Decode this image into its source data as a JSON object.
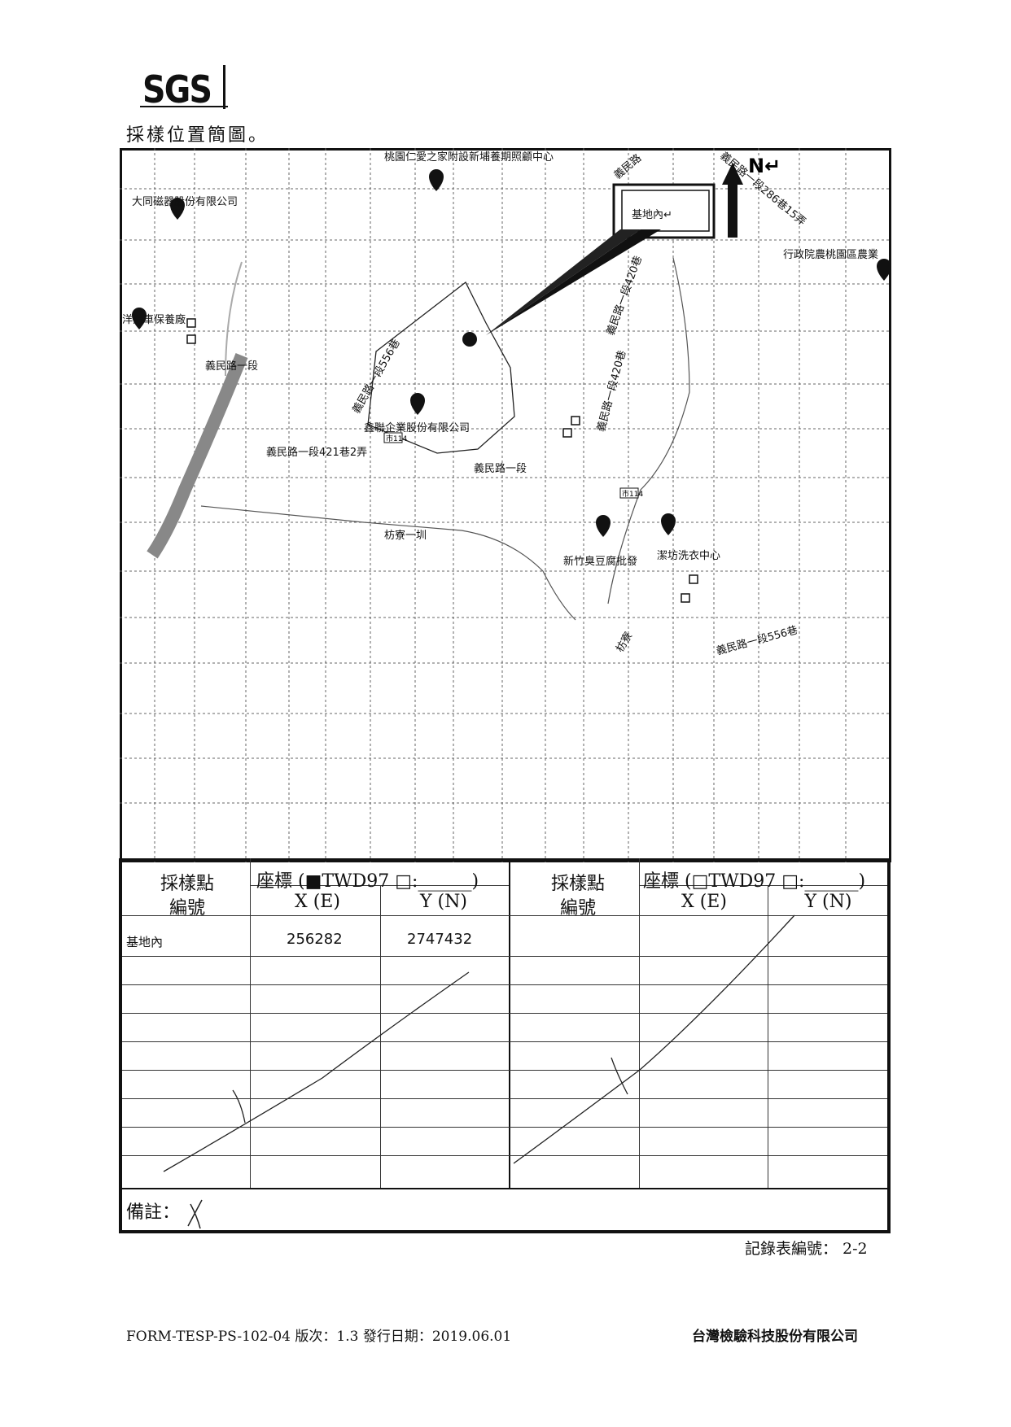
{
  "header": {
    "logo_text": "SGS",
    "title": "採樣位置簡圖。"
  },
  "map": {
    "north_label": "N↵",
    "callout_label": "基地內↵",
    "pois": [
      {
        "name": "桃園仁愛之家附設新埔養期照顧中心"
      },
      {
        "name": "大同磁器股份有限公司"
      },
      {
        "name": "行政院農桃園區農業"
      },
      {
        "name": "洋汽車保養廠"
      },
      {
        "name": "鑫聯企業股份有限公司"
      },
      {
        "name": "新竹臭豆腐批發"
      },
      {
        "name": "潔坊洗衣中心"
      }
    ],
    "roads": [
      {
        "name": "義民路一段"
      },
      {
        "name": "義民路一段421巷2弄"
      },
      {
        "name": "義民路一段"
      },
      {
        "name": "義民路一段420巷"
      },
      {
        "name": "義民路一段420巷"
      },
      {
        "name": "義民路一段556巷"
      },
      {
        "name": "義民路一段286巷15弄"
      },
      {
        "name": "義民路一段556巷"
      },
      {
        "name": "枋寮一圳"
      },
      {
        "name": "義民路"
      },
      {
        "name": "枋寮"
      }
    ],
    "route_badge_1": "市114",
    "route_badge_2": "市114"
  },
  "table": {
    "col_sample_header_1": "採樣點",
    "col_sample_header_2": "編號",
    "coord_header_left": "座標 (■TWD97 □:______)",
    "coord_header_right": "座標 (□TWD97 □:______)",
    "x_header": "X (E)",
    "y_header": "Y (N)",
    "rows": [
      {
        "id": "基地內",
        "x": "256282",
        "y": "2747432"
      }
    ],
    "remarks_label": "備註："
  },
  "record_number": "記錄表編號： 2-2",
  "footer": {
    "form_info": "FORM-TESP-PS-102-04 版次：1.3 發行日期：2019.06.01",
    "company": "台灣檢驗科技股份有限公司"
  }
}
